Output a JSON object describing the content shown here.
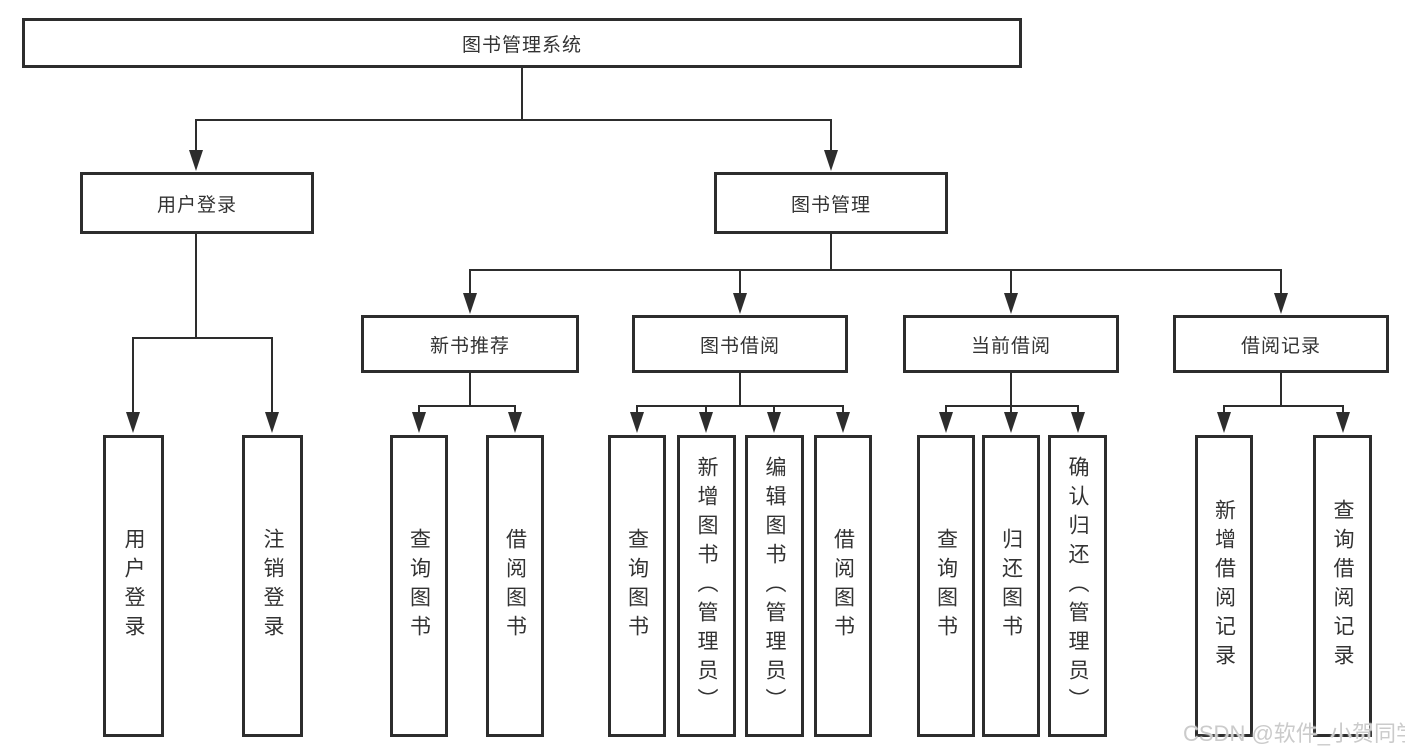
{
  "tree": {
    "root": {
      "label": "图书管理系统"
    },
    "children": [
      {
        "label": "用户登录",
        "children": [
          {
            "label": "用户登录"
          },
          {
            "label": "注销登录"
          }
        ]
      },
      {
        "label": "图书管理",
        "children": [
          {
            "label": "新书推荐",
            "children": [
              {
                "label": "查询图书"
              },
              {
                "label": "借阅图书"
              }
            ]
          },
          {
            "label": "图书借阅",
            "children": [
              {
                "label": "查询图书"
              },
              {
                "label": "新增图书（管理员）"
              },
              {
                "label": "编辑图书（管理员）"
              },
              {
                "label": "借阅图书"
              }
            ]
          },
          {
            "label": "当前借阅",
            "children": [
              {
                "label": "查询图书"
              },
              {
                "label": "归还图书"
              },
              {
                "label": "确认归还（管理员）"
              }
            ]
          },
          {
            "label": "借阅记录",
            "children": [
              {
                "label": "新增借阅记录"
              },
              {
                "label": "查询借阅记录"
              }
            ]
          }
        ]
      }
    ]
  },
  "colors": {
    "line": "#2d2d2d",
    "text": "#333333",
    "background": "#ffffff",
    "watermark": "#cbcbcb"
  },
  "watermark": {
    "text": "CSDN @软件_小贺同学"
  }
}
